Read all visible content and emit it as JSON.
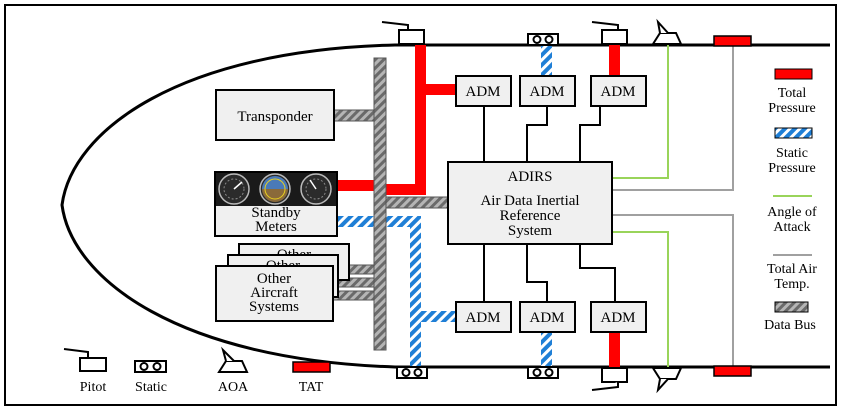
{
  "diagram": {
    "transponder": "Transponder",
    "standby_meters_line1": "Standby",
    "standby_meters_line2": "Meters",
    "other_back": "Other",
    "other_mid": "Other",
    "other_front_line1": "Other",
    "other_front_line2": "Aircraft",
    "other_front_line3": "Systems",
    "adirs_title": "ADIRS",
    "adirs_line1": "Air Data Inertial",
    "adirs_line2": "Reference",
    "adirs_line3": "System",
    "adm_label": "ADM"
  },
  "legend_right": {
    "total_pressure": [
      "Total",
      "Pressure"
    ],
    "static_pressure": [
      "Static",
      "Pressure"
    ],
    "angle_of_attack": [
      "Angle of",
      "Attack"
    ],
    "total_air_temp": [
      "Total Air",
      "Temp."
    ],
    "data_bus": "Data Bus"
  },
  "legend_bottom": {
    "pitot": "Pitot",
    "static": "Static",
    "aoa": "AOA",
    "tat": "TAT"
  },
  "colors": {
    "total_pressure": "#ff0000",
    "static_pressure": "#1f7fd6",
    "angle_of_attack": "#99d45a",
    "total_air_temp": "#a0a0a0",
    "data_bus": "#8c8c8c",
    "box_fill": "#f0f0f0"
  }
}
